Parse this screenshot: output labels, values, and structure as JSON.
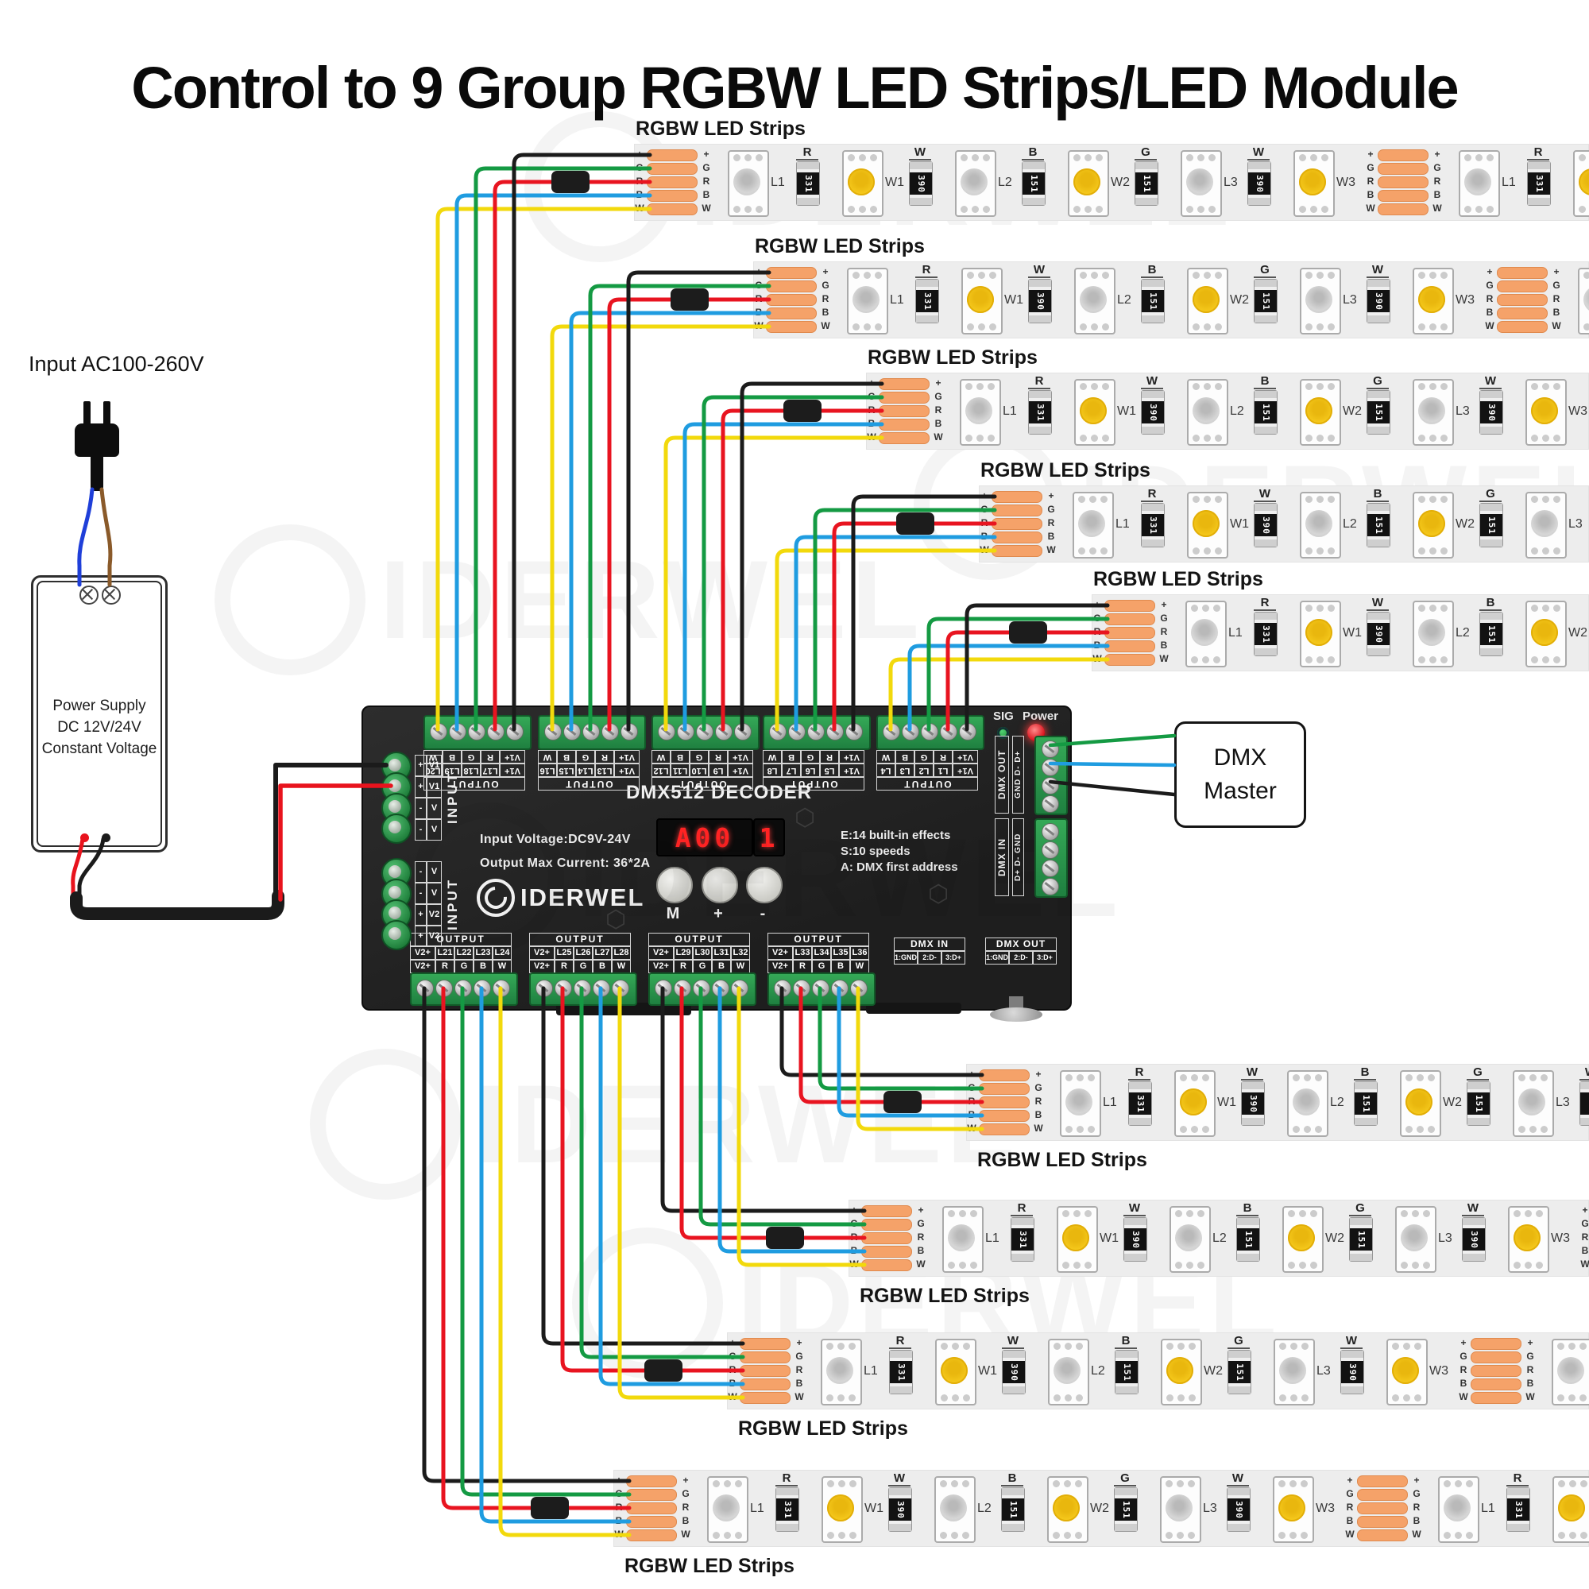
{
  "title": "Control to 9 Group RGBW LED Strips/LED Module",
  "watermark_text": "IDERWEL",
  "ac": {
    "label": "Input AC100-260V"
  },
  "psu": {
    "lines": [
      "Power Supply",
      "DC 12V/24V",
      "Constant Voltage"
    ]
  },
  "dmx_master": {
    "line1": "DMX",
    "line2": "Master"
  },
  "strip": {
    "label": "RGBW LED Strips",
    "pads": [
      "+",
      "G",
      "R",
      "B",
      "W"
    ],
    "segment": [
      {
        "type": "led",
        "label": "L1"
      },
      {
        "type": "res",
        "letter": "R",
        "value": "331"
      },
      {
        "type": "wled",
        "label": "W1"
      },
      {
        "type": "res",
        "letter": "W",
        "value": "390"
      },
      {
        "type": "led",
        "label": "L2"
      },
      {
        "type": "res",
        "letter": "B",
        "value": "151"
      },
      {
        "type": "wled",
        "label": "W2"
      },
      {
        "type": "res",
        "letter": "G",
        "value": "151"
      },
      {
        "type": "led",
        "label": "L3"
      },
      {
        "type": "res",
        "letter": "W",
        "value": "390"
      },
      {
        "type": "wled",
        "label": "W3"
      }
    ]
  },
  "decoder": {
    "name": "DMX512 DECODER",
    "display": "A001",
    "spec1": "Input Voltage:DC9V-24V",
    "spec2": "Output Max  Current: 36*2A",
    "brand": "IDERWEL",
    "notes": [
      "E:14 built-in effects",
      "S:10 speeds",
      "A: DMX first address"
    ],
    "buttons": [
      "M",
      "+",
      "-"
    ],
    "sig_label": "SIG",
    "power_label": "Power",
    "output_header": "OUTPUT",
    "top_groups": [
      {
        "channels": [
          "V1+",
          "L17",
          "L18",
          "L19",
          "L20"
        ],
        "pins": [
          "V1+",
          "R",
          "G",
          "B",
          "W"
        ]
      },
      {
        "channels": [
          "V1+",
          "L13",
          "L14",
          "L15",
          "L16"
        ],
        "pins": [
          "V1+",
          "R",
          "G",
          "B",
          "W"
        ]
      },
      {
        "channels": [
          "V1+",
          "L9",
          "L10",
          "L11",
          "L12"
        ],
        "pins": [
          "V1+",
          "R",
          "G",
          "B",
          "W"
        ]
      },
      {
        "channels": [
          "V1+",
          "L5",
          "L6",
          "L7",
          "L8"
        ],
        "pins": [
          "V1+",
          "R",
          "G",
          "B",
          "W"
        ]
      },
      {
        "channels": [
          "V1+",
          "L1",
          "L2",
          "L3",
          "L4"
        ],
        "pins": [
          "V1+",
          "R",
          "G",
          "B",
          "W"
        ]
      }
    ],
    "bottom_groups": [
      {
        "channels": [
          "V2+",
          "L21",
          "L22",
          "L23",
          "L24"
        ],
        "pins": [
          "V2+",
          "R",
          "G",
          "B",
          "W"
        ]
      },
      {
        "channels": [
          "V2+",
          "L25",
          "L26",
          "L27",
          "L28"
        ],
        "pins": [
          "V2+",
          "R",
          "G",
          "B",
          "W"
        ]
      },
      {
        "channels": [
          "V2+",
          "L29",
          "L30",
          "L31",
          "L32"
        ],
        "pins": [
          "V2+",
          "R",
          "G",
          "B",
          "W"
        ]
      },
      {
        "channels": [
          "V2+",
          "L33",
          "L34",
          "L35",
          "L36"
        ],
        "pins": [
          "V2+",
          "R",
          "G",
          "B",
          "W"
        ]
      }
    ],
    "input_blocks": [
      {
        "name": "INPUT",
        "rows": [
          [
            "+",
            "V1"
          ],
          [
            "+",
            "V1"
          ],
          [
            "-",
            "V"
          ],
          [
            "-",
            "V"
          ]
        ]
      },
      {
        "name": "INPUT",
        "rows": [
          [
            "-",
            "V"
          ],
          [
            "-",
            "V"
          ],
          [
            "+",
            "V2"
          ],
          [
            "+",
            "V2"
          ]
        ]
      }
    ],
    "dmx_side": [
      {
        "name": "DMX OUT",
        "pins": "GND D- D+"
      },
      {
        "name": "DMX IN",
        "pins": "D+ D- GND"
      }
    ],
    "dmx_bottom": [
      {
        "name": "DMX IN",
        "pins": [
          "1:GND",
          "2:D-",
          "3:D+"
        ]
      },
      {
        "name": "DMX OUT",
        "pins": [
          "1:GND",
          "2:D-",
          "3:D+"
        ]
      }
    ]
  },
  "colors": {
    "wire_black": "#1b1b1b",
    "wire_green": "#149a43",
    "wire_red": "#e81420",
    "wire_blue": "#1f9ce0",
    "wire_yellow": "#f2d90c",
    "wire_brown": "#8a5a2a",
    "wire_ac_blue": "#1f3fd9",
    "psu_pos": "#e8131d",
    "psu_neg": "#1b1b1b",
    "pad_orange": "#f5a269",
    "led_yellow": "#f4c411",
    "terminal_green": "#2e9e4f",
    "sig_led": "#27b046",
    "power_led": "#e8242a"
  }
}
